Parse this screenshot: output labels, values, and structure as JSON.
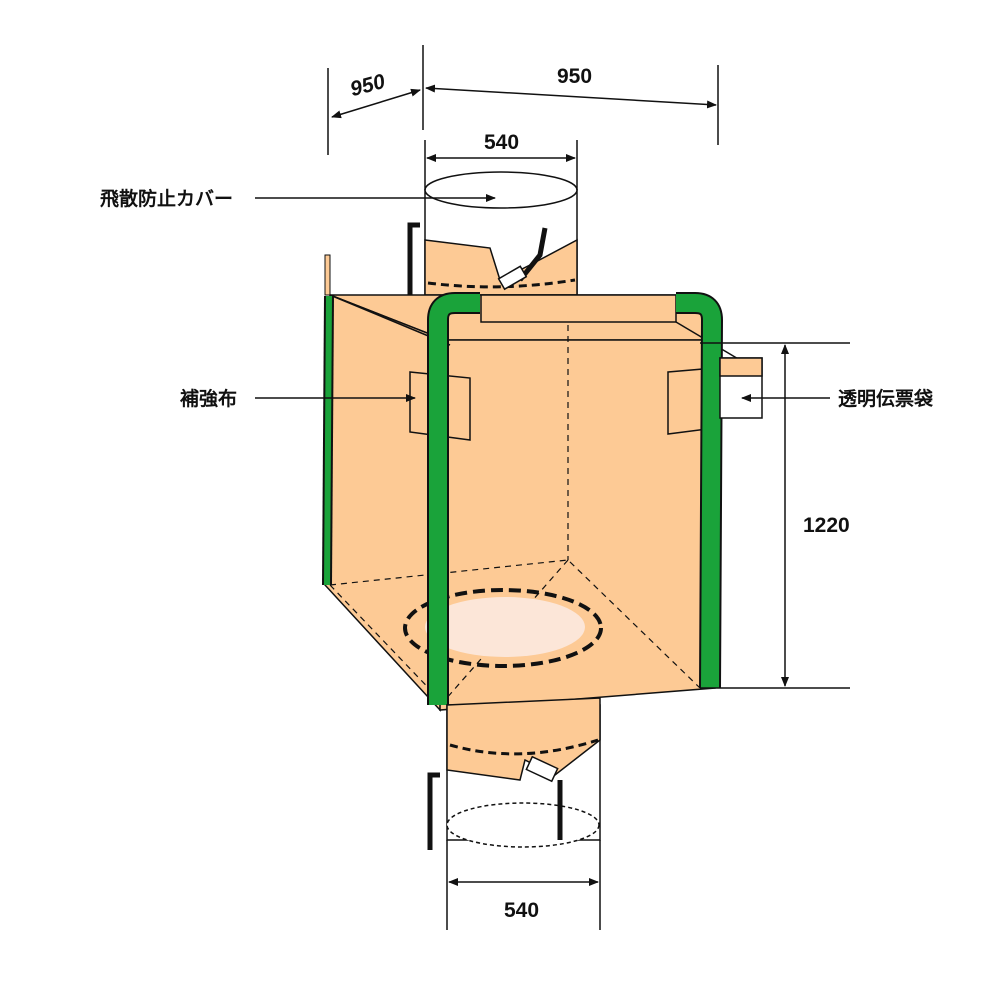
{
  "dimensions": {
    "depth": "950",
    "width": "950",
    "top_spout_diameter": "540",
    "height": "1220",
    "bottom_spout_diameter": "540"
  },
  "labels": {
    "dust_cover": "飛散防止カバー",
    "reinforcement_cloth": "補強布",
    "document_pocket": "透明伝票袋"
  },
  "colors": {
    "bag": "#FDCA95",
    "strap": "#1AA33A",
    "bottom_opening": "#FCE6D8",
    "line": "#111111"
  }
}
